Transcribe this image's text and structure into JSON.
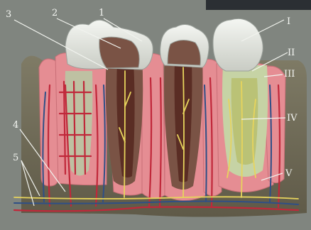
{
  "labels": {
    "l1": "1",
    "l2": "2",
    "l3": "3",
    "l4": "4",
    "l5": "5",
    "lI": "I",
    "lII": "II",
    "lIII": "III",
    "lIV": "IV",
    "lV": "V"
  },
  "colors": {
    "background": "#2f3437",
    "board": "#7a7f7c",
    "jaw_bone": "#6e6a56",
    "gum": "#e58d93",
    "enamel": "#dfe3df",
    "dentin": "#7a5345",
    "pulp": "#5a2d24",
    "artery": "#c0283a",
    "vein": "#2f4f86",
    "nerve": "#e7d45d"
  }
}
